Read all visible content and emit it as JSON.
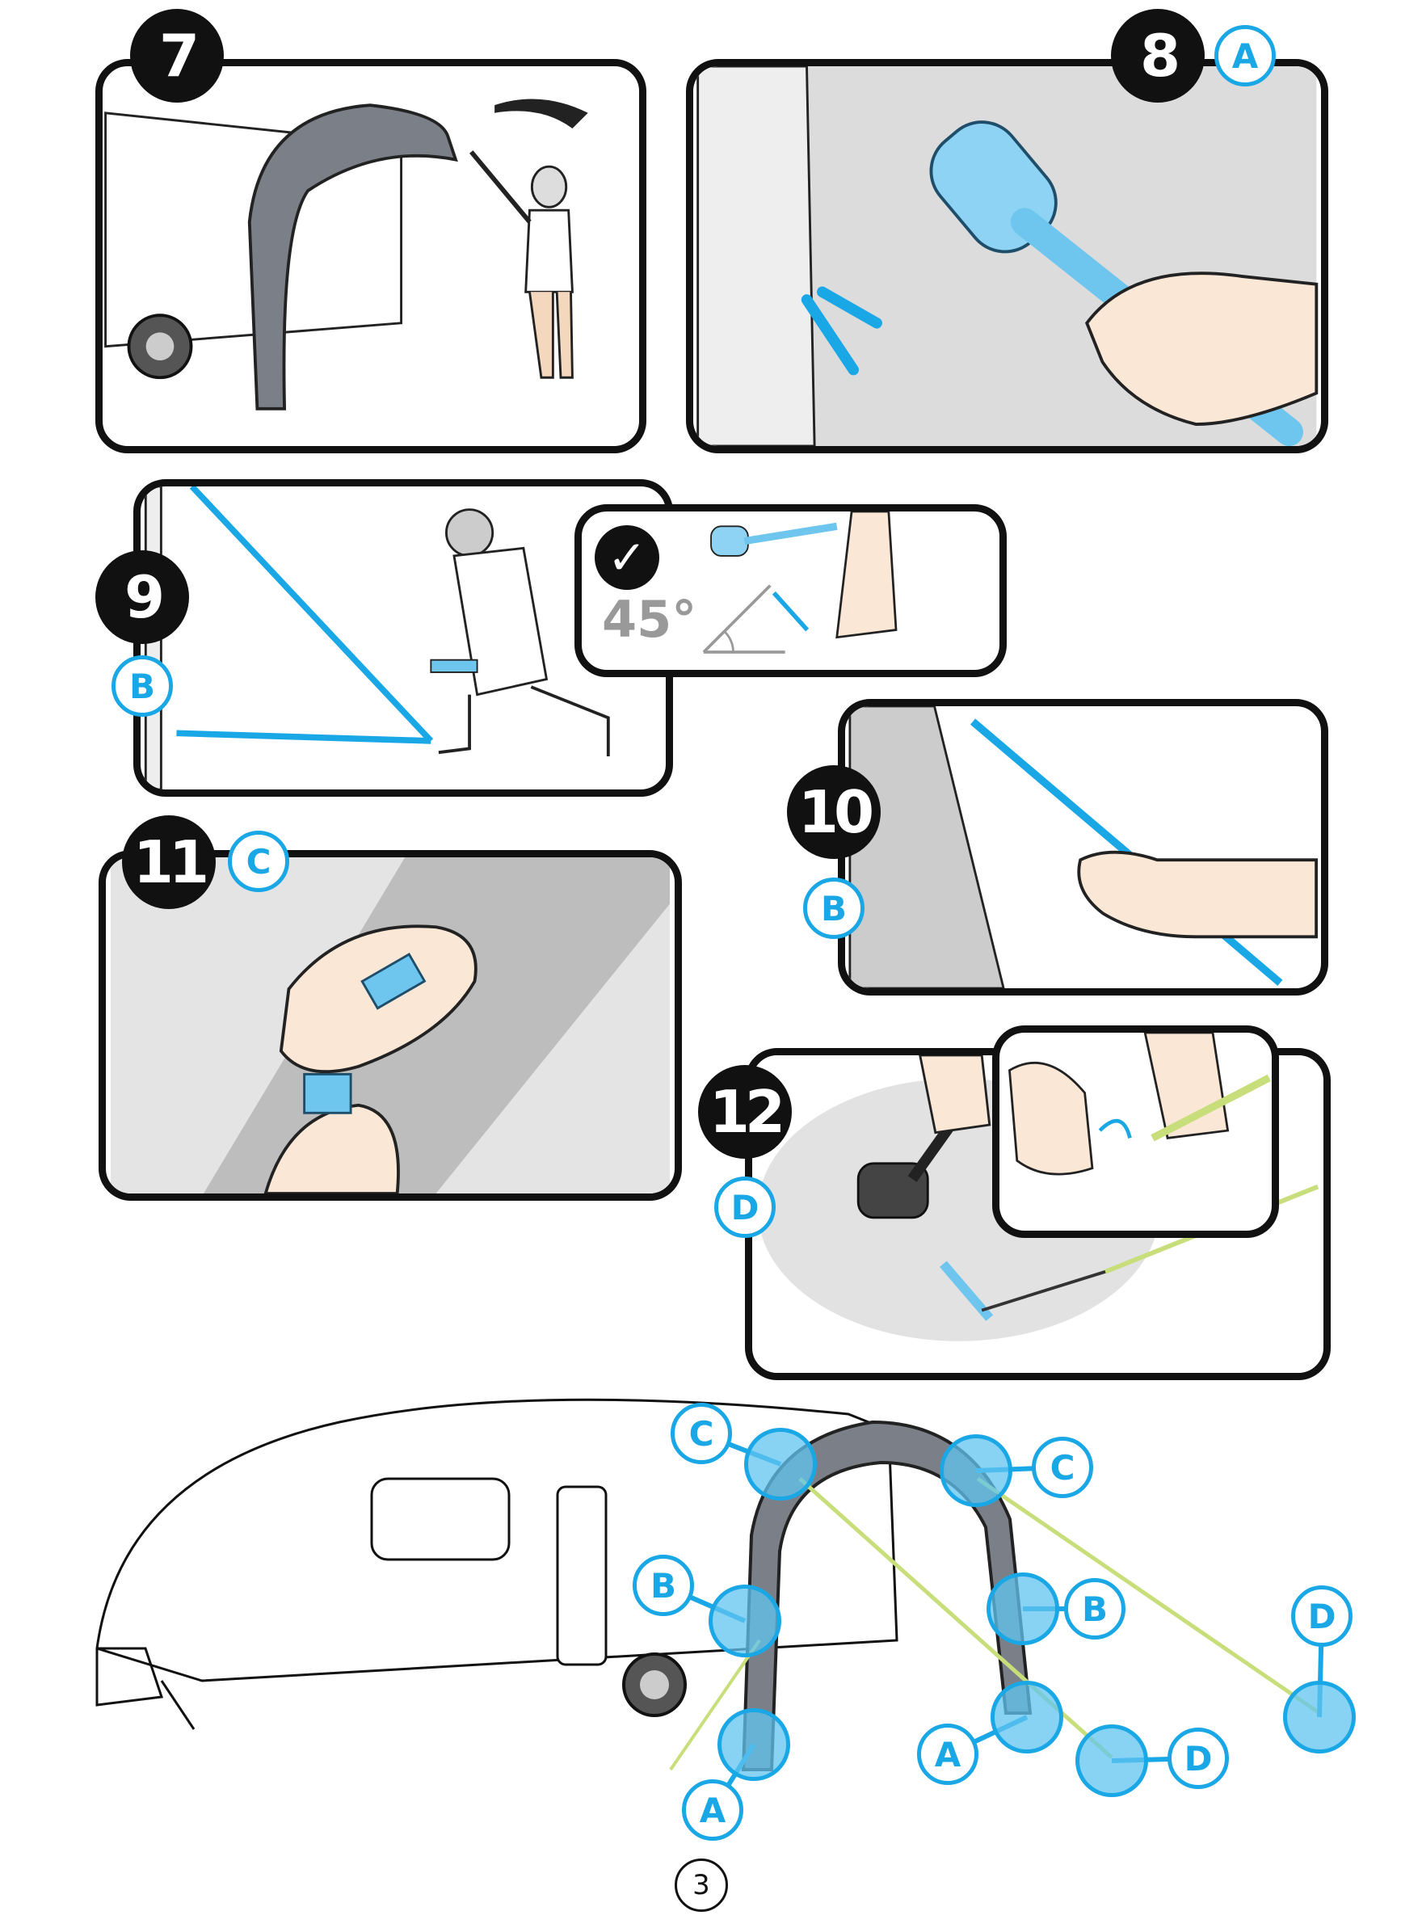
{
  "steps": {
    "s7": {
      "number": "7"
    },
    "s8": {
      "number": "8",
      "part": "A"
    },
    "s9": {
      "number": "9",
      "part": "B",
      "angle": "45°",
      "check_icon": "✓"
    },
    "s10": {
      "number": "10",
      "part": "B"
    },
    "s11": {
      "number": "11",
      "part": "C"
    },
    "s12": {
      "number": "12",
      "part": "D"
    }
  },
  "overview": {
    "callouts": [
      "C",
      "C",
      "B",
      "B",
      "A",
      "A",
      "D",
      "D"
    ]
  },
  "page_number": "3",
  "colors": {
    "accent": "#1aa7e6",
    "highlight": "#60c4f0",
    "outline": "#111111"
  }
}
